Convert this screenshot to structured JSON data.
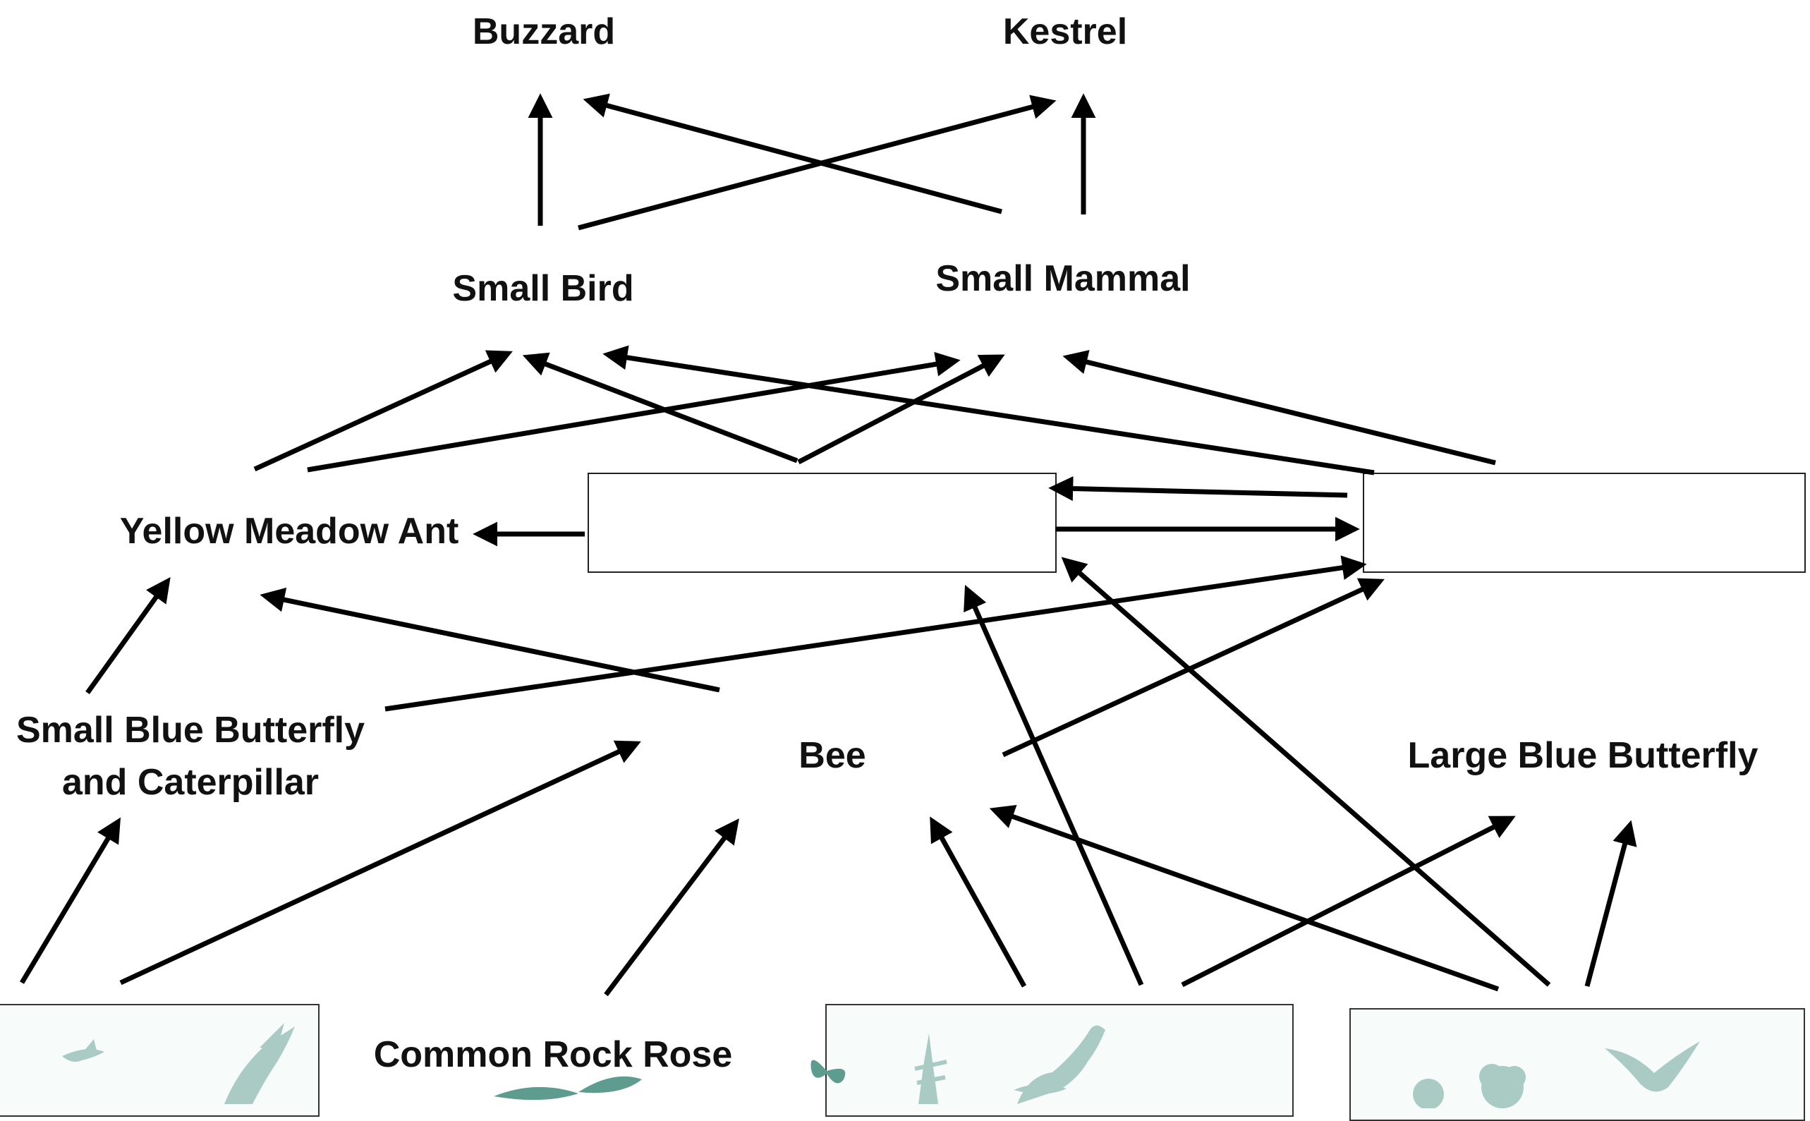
{
  "diagram": {
    "nodes": {
      "buzzard": "Buzzard",
      "kestrel": "Kestrel",
      "small_bird": "Small Bird",
      "small_mammal": "Small Mammal",
      "yellow_meadow_ant": "Yellow Meadow Ant",
      "small_blue_butterfly_line1": "Small Blue Butterfly",
      "small_blue_butterfly_line2": "and Caterpillar",
      "bee": "Bee",
      "large_blue_butterfly": "Large Blue Butterfly",
      "common_rock_rose": "Common Rock Rose"
    },
    "blank_boxes": [
      "blank-box-middle",
      "blank-box-right"
    ],
    "picture_panels": [
      "picture-panel-left",
      "picture-panel-center",
      "picture-panel-right"
    ],
    "colors": {
      "arrow": "#000000",
      "text": "#111111",
      "silhouette": "#a9cbc4",
      "silhouette_dark": "#5f9c90"
    }
  }
}
